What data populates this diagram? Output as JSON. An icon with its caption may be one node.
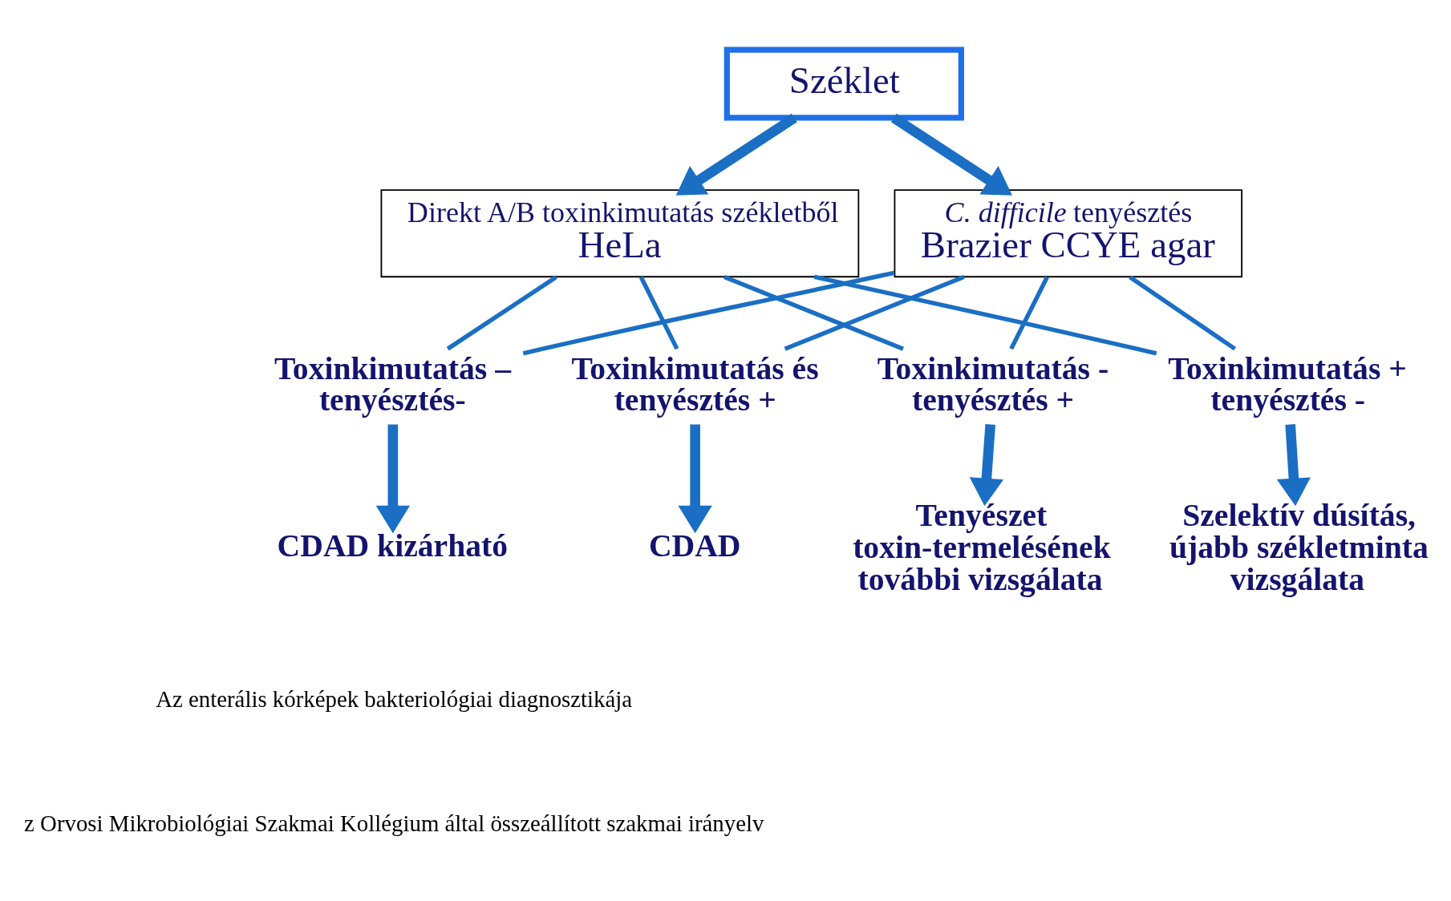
{
  "diagram": {
    "nodes": [
      {
        "text": [
          "Széklet"
        ]
      },
      {
        "text": [
          "Direkt A/B toxinkimutatás székletből",
          "HeLa"
        ]
      },
      {
        "text": [
          "*C. difficile* tenyésztés",
          "Brazier CCYE agar"
        ]
      },
      {
        "text": [
          "Toxinkimutatás – tenyésztés-"
        ]
      },
      {
        "text": [
          "Toxinkimutatás és tenyésztés +"
        ]
      },
      {
        "text": [
          "Toxinkimutatás - tenyésztés +"
        ]
      },
      {
        "text": [
          "Toxinkimutatás + tenyésztés -"
        ]
      },
      {
        "text": [
          "CDAD kizárható"
        ]
      },
      {
        "text": [
          "CDAD"
        ]
      },
      {
        "text": [
          "Tenyészet toxin-termelésének további vizsgálata"
        ]
      },
      {
        "text": [
          "Szelektív dúsítás, újabb székletminta vizsgálata"
        ]
      }
    ],
    "edges": [
      {
        "from": 0,
        "to": 1,
        "arrow": "to",
        "style": "thick"
      },
      {
        "from": 0,
        "to": 2,
        "arrow": "to",
        "style": "thick"
      },
      {
        "from": 1,
        "to": 3,
        "arrow": "none"
      },
      {
        "from": 1,
        "to": 4,
        "arrow": "none"
      },
      {
        "from": 1,
        "to": 5,
        "arrow": "none"
      },
      {
        "from": 1,
        "to": 6,
        "arrow": "none"
      },
      {
        "from": 2,
        "to": 3,
        "arrow": "none"
      },
      {
        "from": 2,
        "to": 4,
        "arrow": "none"
      },
      {
        "from": 2,
        "to": 5,
        "arrow": "none"
      },
      {
        "from": 2,
        "to": 6,
        "arrow": "none"
      },
      {
        "from": 3,
        "to": 7,
        "arrow": "to",
        "style": "thick"
      },
      {
        "from": 4,
        "to": 8,
        "arrow": "to",
        "style": "thick"
      },
      {
        "from": 5,
        "to": 9,
        "arrow": "to",
        "style": "thick"
      },
      {
        "from": 6,
        "to": 10,
        "arrow": "to",
        "style": "thick"
      }
    ],
    "labels": [
      "Az enterális kórképek bakteriológiai diagnosztikája",
      "z Orvosi Mikrobiológiai Szakmai Kollégium által összeállított szakmai irányelv"
    ]
  }
}
